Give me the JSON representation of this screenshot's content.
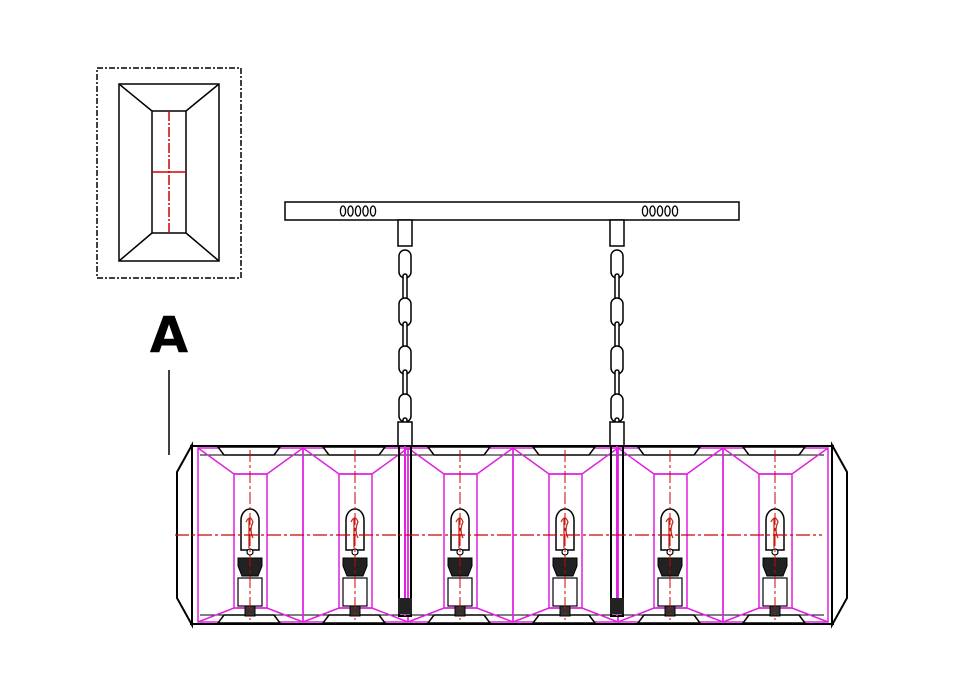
{
  "detail_label": "A",
  "fixture": {
    "module_count": 6,
    "chain_count": 2,
    "canopy_slot_groups": 2,
    "slots_per_group": 5
  },
  "colors": {
    "outline": "#000000",
    "frame": "#e020e0",
    "centerline": "#d00000",
    "filament": "#c03020"
  }
}
